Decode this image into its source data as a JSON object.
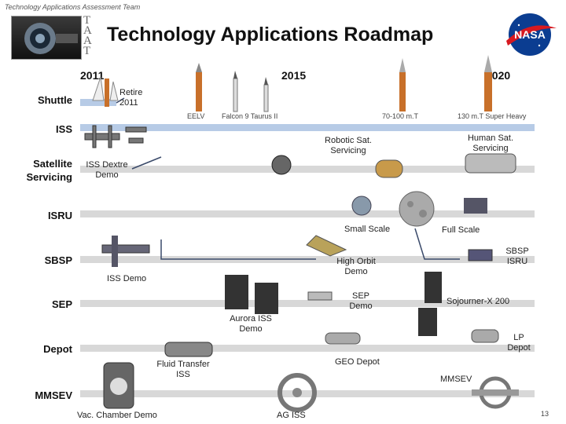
{
  "header": {
    "team_name": "Technology Applications Assessment Team",
    "acronym_letters": [
      "T",
      "A",
      "A",
      "T"
    ],
    "title": "Technology Applications Roadmap",
    "logo": "NASA"
  },
  "years": [
    "2011",
    "2015",
    "2020"
  ],
  "rows": {
    "shuttle": "Shuttle",
    "iss": "ISS",
    "satellite_servicing": "Satellite Servicing",
    "isru": "ISRU",
    "sbsp": "SBSP",
    "sep": "SEP",
    "depot": "Depot",
    "mmsev": "MMSEV"
  },
  "labels": {
    "retire": "Retire 2011",
    "eelv": "EELV",
    "falcon_taurus": "Falcon 9 Taurus II",
    "mt70": "70-100 m.T",
    "mt130": "130 m.T Super Heavy",
    "robotic_sat": "Robotic Sat. Servicing",
    "human_sat": "Human Sat. Servicing",
    "iss_dextre": "ISS Dextre Demo",
    "small_scale": "Small Scale",
    "full_scale": "Full Scale",
    "high_orbit": "High Orbit Demo",
    "sbsp_iss_demo": "ISS Demo",
    "sbsp_isru": "SBSP ISRU",
    "sep_demo": "SEP Demo",
    "sojourner": "Sojourner-X 200",
    "aurora": "Aurora ISS Demo",
    "lp_depot": "LP Depot",
    "geo_depot": "GEO Depot",
    "fluid_transfer": "Fluid Transfer ISS",
    "mmsev_label": "MMSEV",
    "vac_chamber": "Vac. Chamber Demo",
    "ag_iss": "AG ISS"
  },
  "page_number": "13",
  "colors": {
    "band": "#d8d8d8",
    "iss_band": "#b7cbe6",
    "connector": "#3a4a6a",
    "nasa_blue": "#0b3d91",
    "nasa_red": "#d71920",
    "rocket_orange": "#c8702a"
  },
  "icons": {
    "shuttle": "shuttle-icon",
    "station": "space-station-icon",
    "rocket": "rocket-icon",
    "satellite": "satellite-icon",
    "moon": "moon-icon",
    "solar_array": "solar-array-icon",
    "depot": "propellant-depot-icon",
    "habitat": "habitat-icon"
  }
}
